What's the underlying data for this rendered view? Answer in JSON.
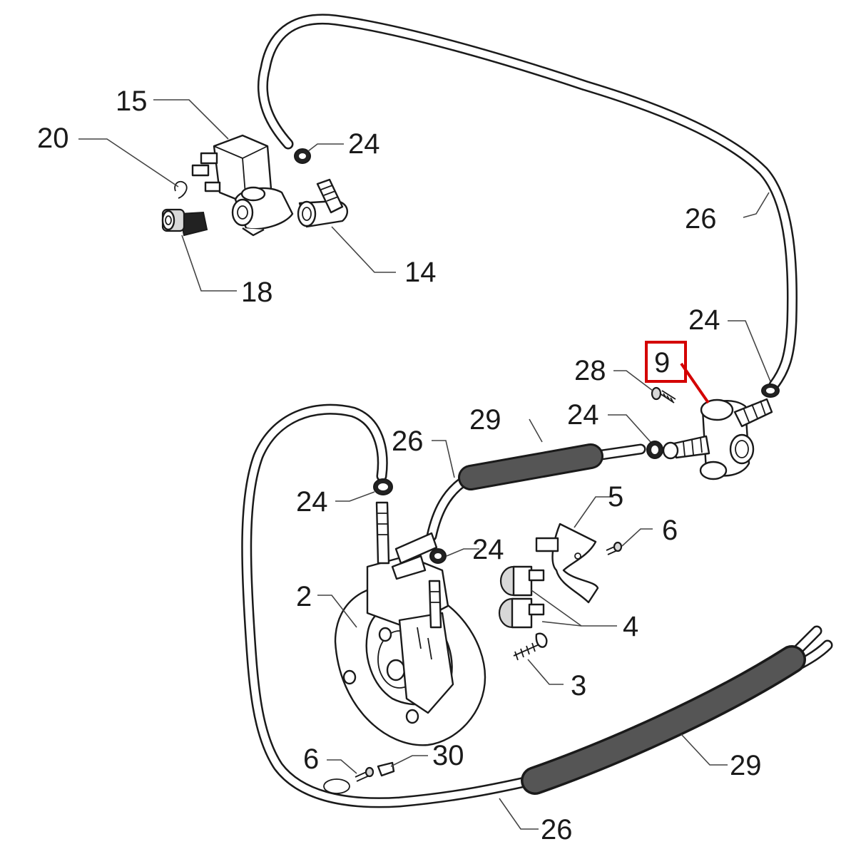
{
  "diagram": {
    "highlight_color": "#d40000",
    "highlighted_label": "9",
    "labels": {
      "p15": "15",
      "p20": "20",
      "p24_top": "24",
      "p26_right": "26",
      "p14": "14",
      "p18": "18",
      "p24_right": "24",
      "p9": "9",
      "p28": "28",
      "p29_top": "29",
      "p24_mid": "24",
      "p26_mid": "26",
      "p24_left": "24",
      "p5": "5",
      "p6_right": "6",
      "p24_boiler": "24",
      "p2": "2",
      "p4": "4",
      "p3": "3",
      "p6_bottom": "6",
      "p30": "30",
      "p29_bottom": "29",
      "p26_bottom": "26"
    }
  }
}
